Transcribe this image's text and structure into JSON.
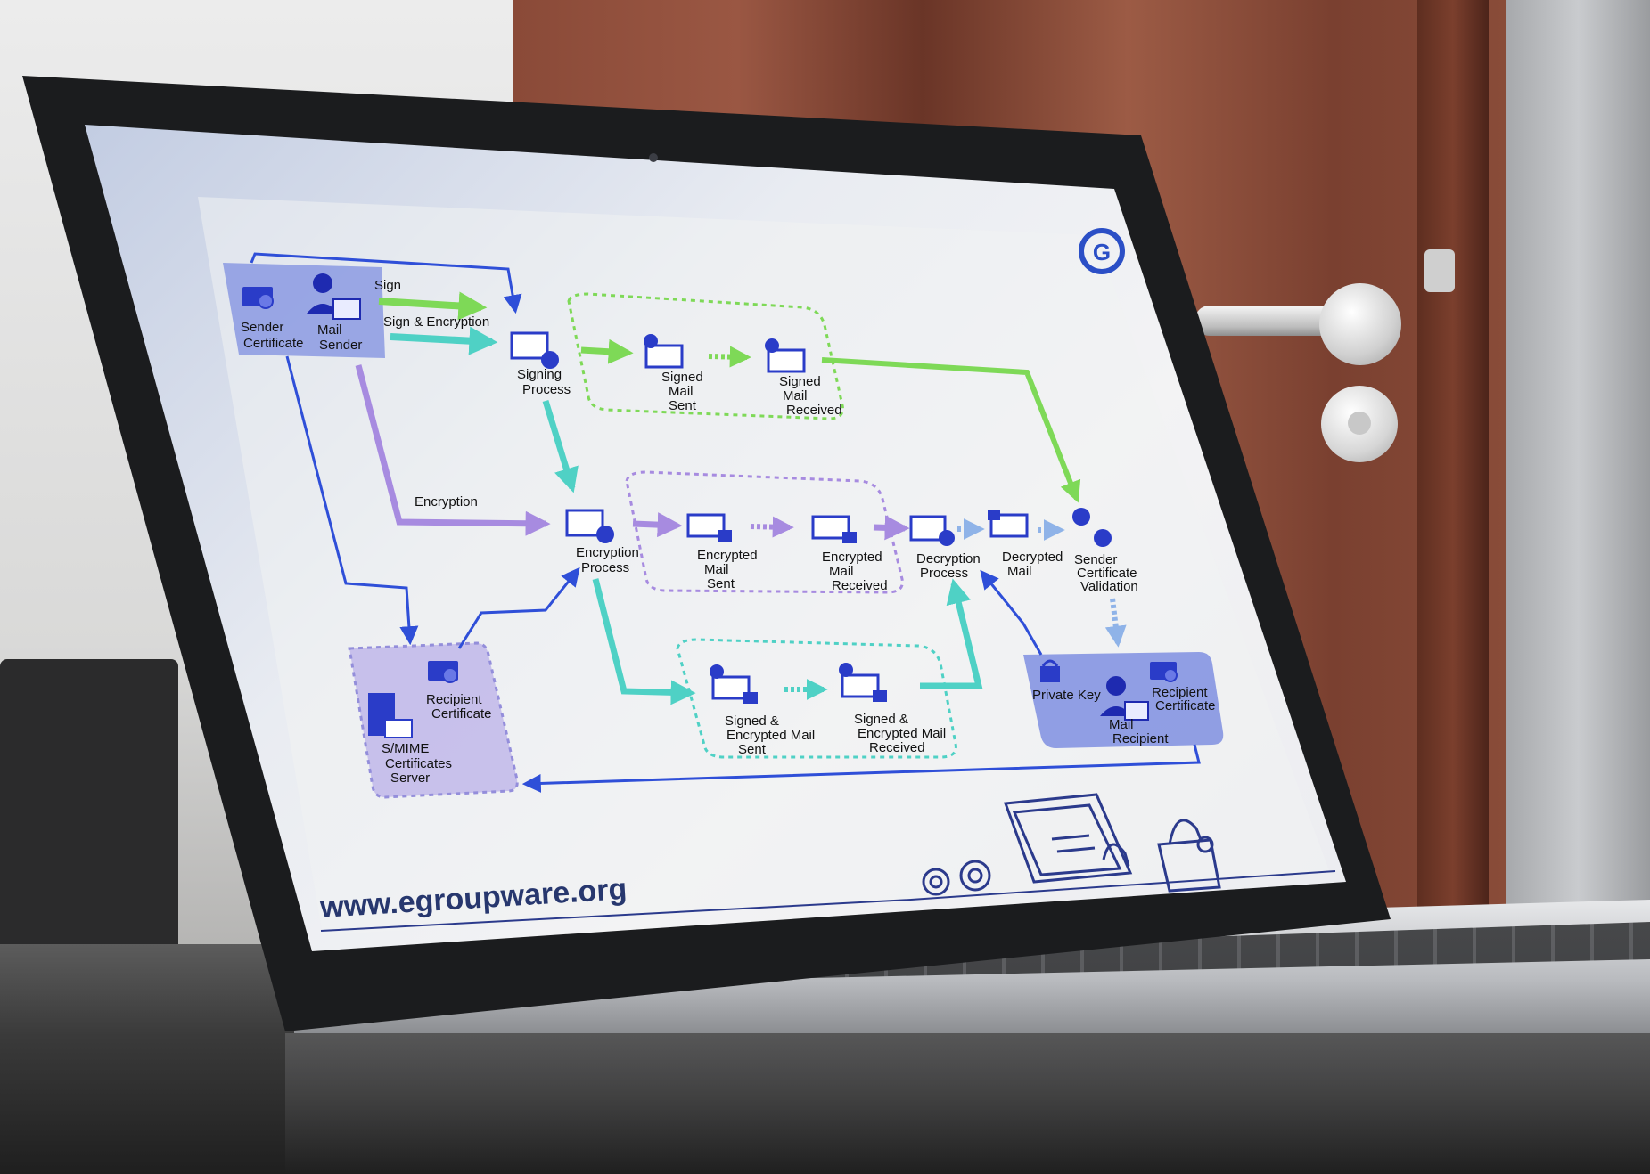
{
  "diagram": {
    "title_flow": {
      "sign": "Sign",
      "sign_encryption": "Sign & Encryption",
      "encryption": "Encryption"
    },
    "sender": {
      "sender_certificate": "Sender Certificate",
      "sender_certificate_l1": "Sender",
      "sender_certificate_l2": "Certificate",
      "mail_sender_l1": "Mail",
      "mail_sender_l2": "Sender"
    },
    "nodes": {
      "signing_l1": "Signing",
      "signing_l2": "Process",
      "signed_sent_l1": "Signed",
      "signed_sent_l2": "Mail",
      "signed_sent_l3": "Sent",
      "signed_recv_l1": "Signed",
      "signed_recv_l2": "Mail",
      "signed_recv_l3": "Received",
      "encryption_l1": "Encryption",
      "encryption_l2": "Process",
      "enc_sent_l1": "Encrypted",
      "enc_sent_l2": "Mail",
      "enc_sent_l3": "Sent",
      "enc_recv_l1": "Encrypted",
      "enc_recv_l2": "Mail",
      "enc_recv_l3": "Received",
      "decryption_l1": "Decryption",
      "decryption_l2": "Process",
      "decrypted_l1": "Decrypted",
      "decrypted_l2": "Mail",
      "validation_l1": "Sender",
      "validation_l2": "Certificate",
      "validation_l3": "Validation",
      "se_sent_l1": "Signed &",
      "se_sent_l2": "Encrypted Mail",
      "se_sent_l3": "Sent",
      "se_recv_l1": "Signed &",
      "se_recv_l2": "Encrypted Mail",
      "se_recv_l3": "Received"
    },
    "server": {
      "recipient_cert_l1": "Recipient",
      "recipient_cert_l2": "Certificate",
      "smime_l1": "S/MIME",
      "smime_l2": "Certificates",
      "smime_l3": "Server"
    },
    "recipient": {
      "private_key": "Private Key",
      "mail_recipient_l1": "Mail",
      "mail_recipient_l2": "Recipient",
      "recipient_cert_l1": "Recipient",
      "recipient_cert_l2": "Certificate"
    },
    "footer_url": "www.egroupware.org",
    "logo_letter": "G",
    "colors": {
      "sign": "#7ed957",
      "sign_encrypt": "#4fd1c5",
      "encrypt": "#a78be0",
      "flow_blue": "#2f4fd8",
      "box_blue": "#7f8fe0",
      "text_url": "#27376e"
    }
  }
}
